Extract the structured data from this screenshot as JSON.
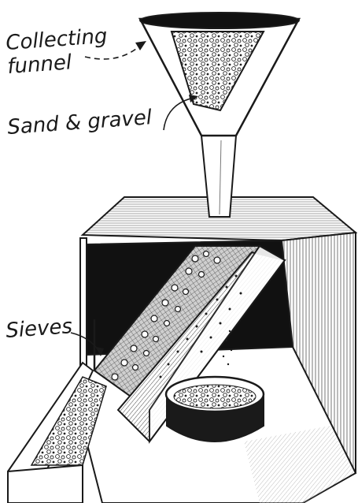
{
  "labels": {
    "funnel_line1": "Collecting",
    "funnel_line2": "funnel",
    "sand_gravel": "Sand & gravel",
    "sieves": "Sieves"
  },
  "colors": {
    "ink": "#1a1a1a",
    "paper": "#ffffff",
    "dark_fill": "#111111",
    "hatch": "#555555"
  }
}
